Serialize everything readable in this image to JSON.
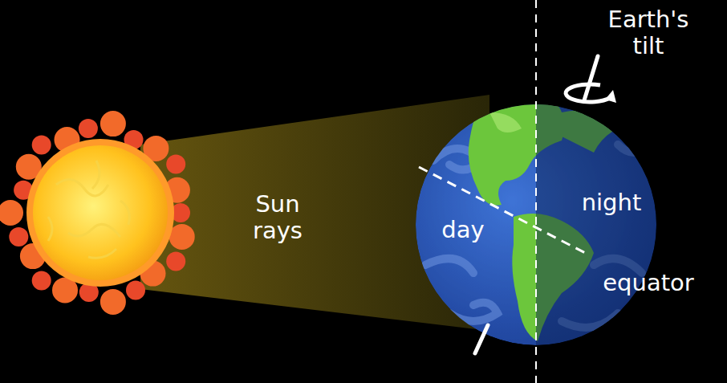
{
  "diagram": {
    "labels": [
      "Earth's tilt",
      "Sun rays",
      "day",
      "night",
      "equator"
    ]
  }
}
